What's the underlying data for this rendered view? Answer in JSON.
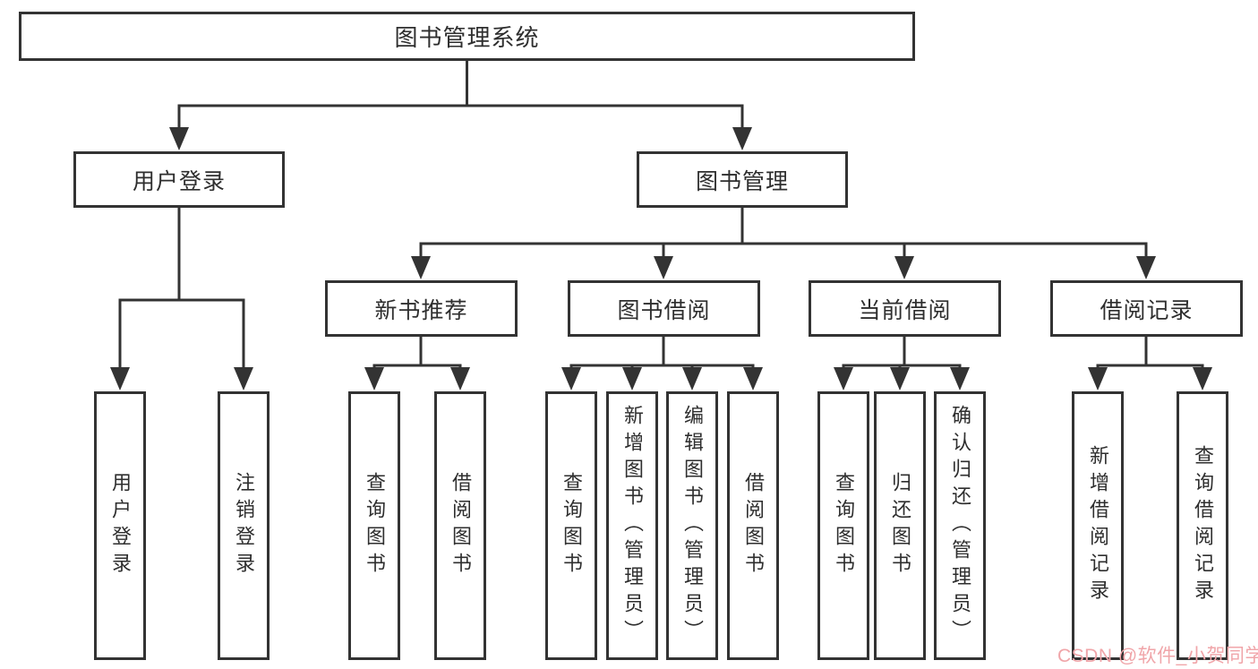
{
  "diagram": {
    "tree": {
      "label": "图书管理系统",
      "children": [
        {
          "label": "用户登录",
          "children": [
            {
              "label": "用户登录"
            },
            {
              "label": "注销登录"
            }
          ]
        },
        {
          "label": "图书管理",
          "children": [
            {
              "label": "新书推荐",
              "children": [
                {
                  "label": "查询图书"
                },
                {
                  "label": "借阅图书"
                }
              ]
            },
            {
              "label": "图书借阅",
              "children": [
                {
                  "label": "查询图书"
                },
                {
                  "label": "新增图书（管理员）"
                },
                {
                  "label": "编辑图书（管理员）"
                },
                {
                  "label": "借阅图书"
                }
              ]
            },
            {
              "label": "当前借阅",
              "children": [
                {
                  "label": "查询图书"
                },
                {
                  "label": "归还图书"
                },
                {
                  "label": "确认归还（管理员）"
                }
              ]
            },
            {
              "label": "借阅记录",
              "children": [
                {
                  "label": "新增借阅记录"
                },
                {
                  "label": "查询借阅记录"
                }
              ]
            }
          ]
        }
      ]
    },
    "colors": {
      "line": "#333333",
      "box_border": "#333333",
      "text": "#2e2e2e",
      "background": "#ffffff",
      "watermark": "#f0a5a9"
    }
  },
  "watermark": {
    "text": "CSDN @软件_小贺同学"
  }
}
